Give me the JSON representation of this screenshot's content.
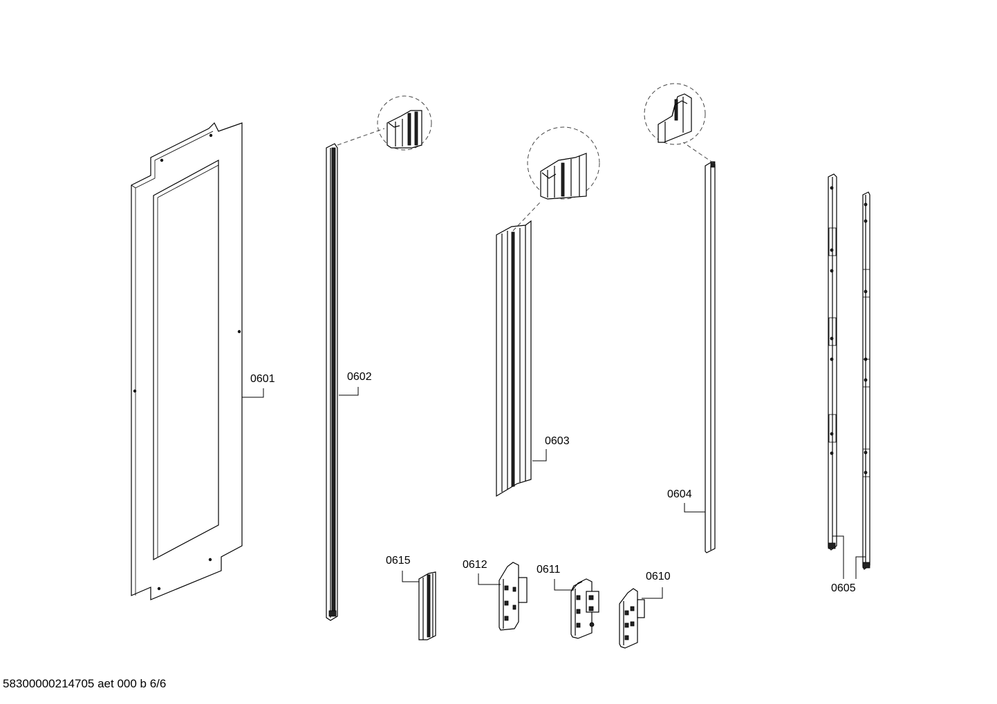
{
  "drawing": {
    "parts": [
      {
        "id": "0601",
        "label": "0601"
      },
      {
        "id": "0602",
        "label": "0602"
      },
      {
        "id": "0603",
        "label": "0603"
      },
      {
        "id": "0604",
        "label": "0604"
      },
      {
        "id": "0605",
        "label": "0605"
      },
      {
        "id": "0610",
        "label": "0610"
      },
      {
        "id": "0611",
        "label": "0611"
      },
      {
        "id": "0612",
        "label": "0612"
      },
      {
        "id": "0615",
        "label": "0615"
      }
    ],
    "document_id": "58300000214705 aet 000 b 6/6"
  }
}
